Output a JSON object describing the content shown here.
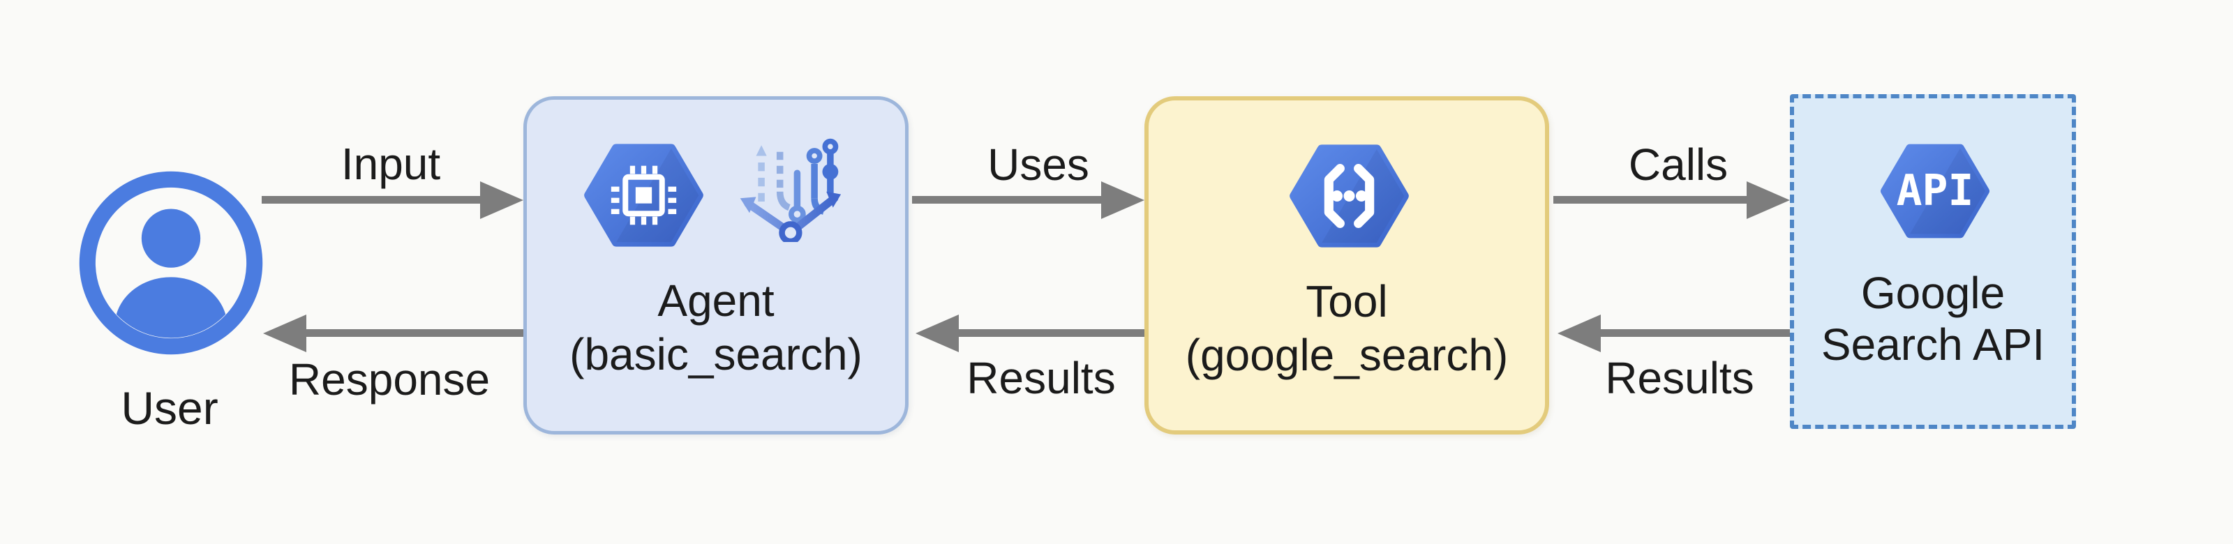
{
  "nodes": {
    "user": {
      "label": "User"
    },
    "agent": {
      "title": "Agent",
      "subtitle": "(basic_search)"
    },
    "tool": {
      "title": "Tool",
      "subtitle": "(google_search)"
    },
    "api": {
      "line1": "Google",
      "line2": "Search API",
      "hex_label": "API"
    }
  },
  "edges": [
    {
      "from": "User",
      "to": "Agent",
      "label": "Input",
      "direction": "right"
    },
    {
      "from": "Agent",
      "to": "Tool",
      "label": "Uses",
      "direction": "right"
    },
    {
      "from": "Tool",
      "to": "Google Search API",
      "label": "Calls",
      "direction": "right"
    },
    {
      "from": "Agent",
      "to": "User",
      "label": "Response",
      "direction": "left"
    },
    {
      "from": "Tool",
      "to": "Agent",
      "label": "Results",
      "direction": "left"
    },
    {
      "from": "Google Search API",
      "to": "Tool",
      "label": "Results",
      "direction": "left"
    }
  ],
  "colors": {
    "bg": "#fafaf8",
    "text_dark": "#1b1b1b",
    "arrow_gray": "#7d7d7d",
    "user_blue": "#4b7ce0",
    "hex_blue_light": "#5d8ae9",
    "hex_blue_dark": "#3c66cb",
    "agent_fill": "#dfe7f7",
    "agent_border": "#9db6db",
    "tool_fill": "#fcf3cf",
    "tool_border": "#e3cb7c",
    "api_fill": "#daeaf8",
    "api_border": "#4e86c6",
    "branch_light": "#a9c1ea",
    "branch_dark": "#3f66cc"
  }
}
